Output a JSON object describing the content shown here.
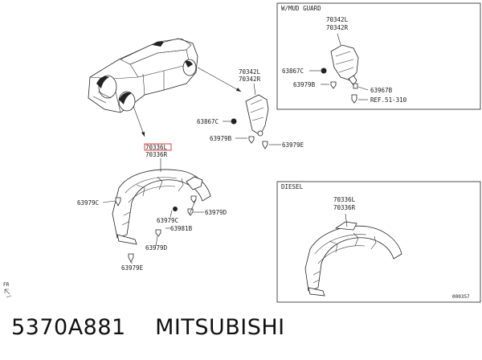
{
  "panels": {
    "mud_guard": {
      "title": "W/MUD GUARD"
    },
    "diesel": {
      "title": "DIESEL"
    }
  },
  "labels": {
    "c_70342l": "70342L",
    "c_70342r": "70342R",
    "c_63867c": "63867C",
    "c_63979b": "63979B",
    "c_63979e": "63979E",
    "c_70336l": "70336L",
    "c_70336r": "70336R",
    "c_63979c_a": "63979C",
    "c_63979c_b": "63979C",
    "c_63979d_a": "63979D",
    "c_63979d_b": "63979D",
    "c_63981b": "63981B",
    "c_63979e_b": "63979E",
    "m_70342l": "70342L",
    "m_70342r": "70342R",
    "m_63867c": "63867C",
    "m_63979b": "63979B",
    "m_63967b": "63967B",
    "m_ref": "REF.51-310",
    "d_70336l": "70336L",
    "d_70336r": "70336R"
  },
  "orientation": {
    "fr": "FR"
  },
  "code": "000357",
  "caption": {
    "part_number": "5370A881",
    "brand": "MITSUBISHI"
  }
}
